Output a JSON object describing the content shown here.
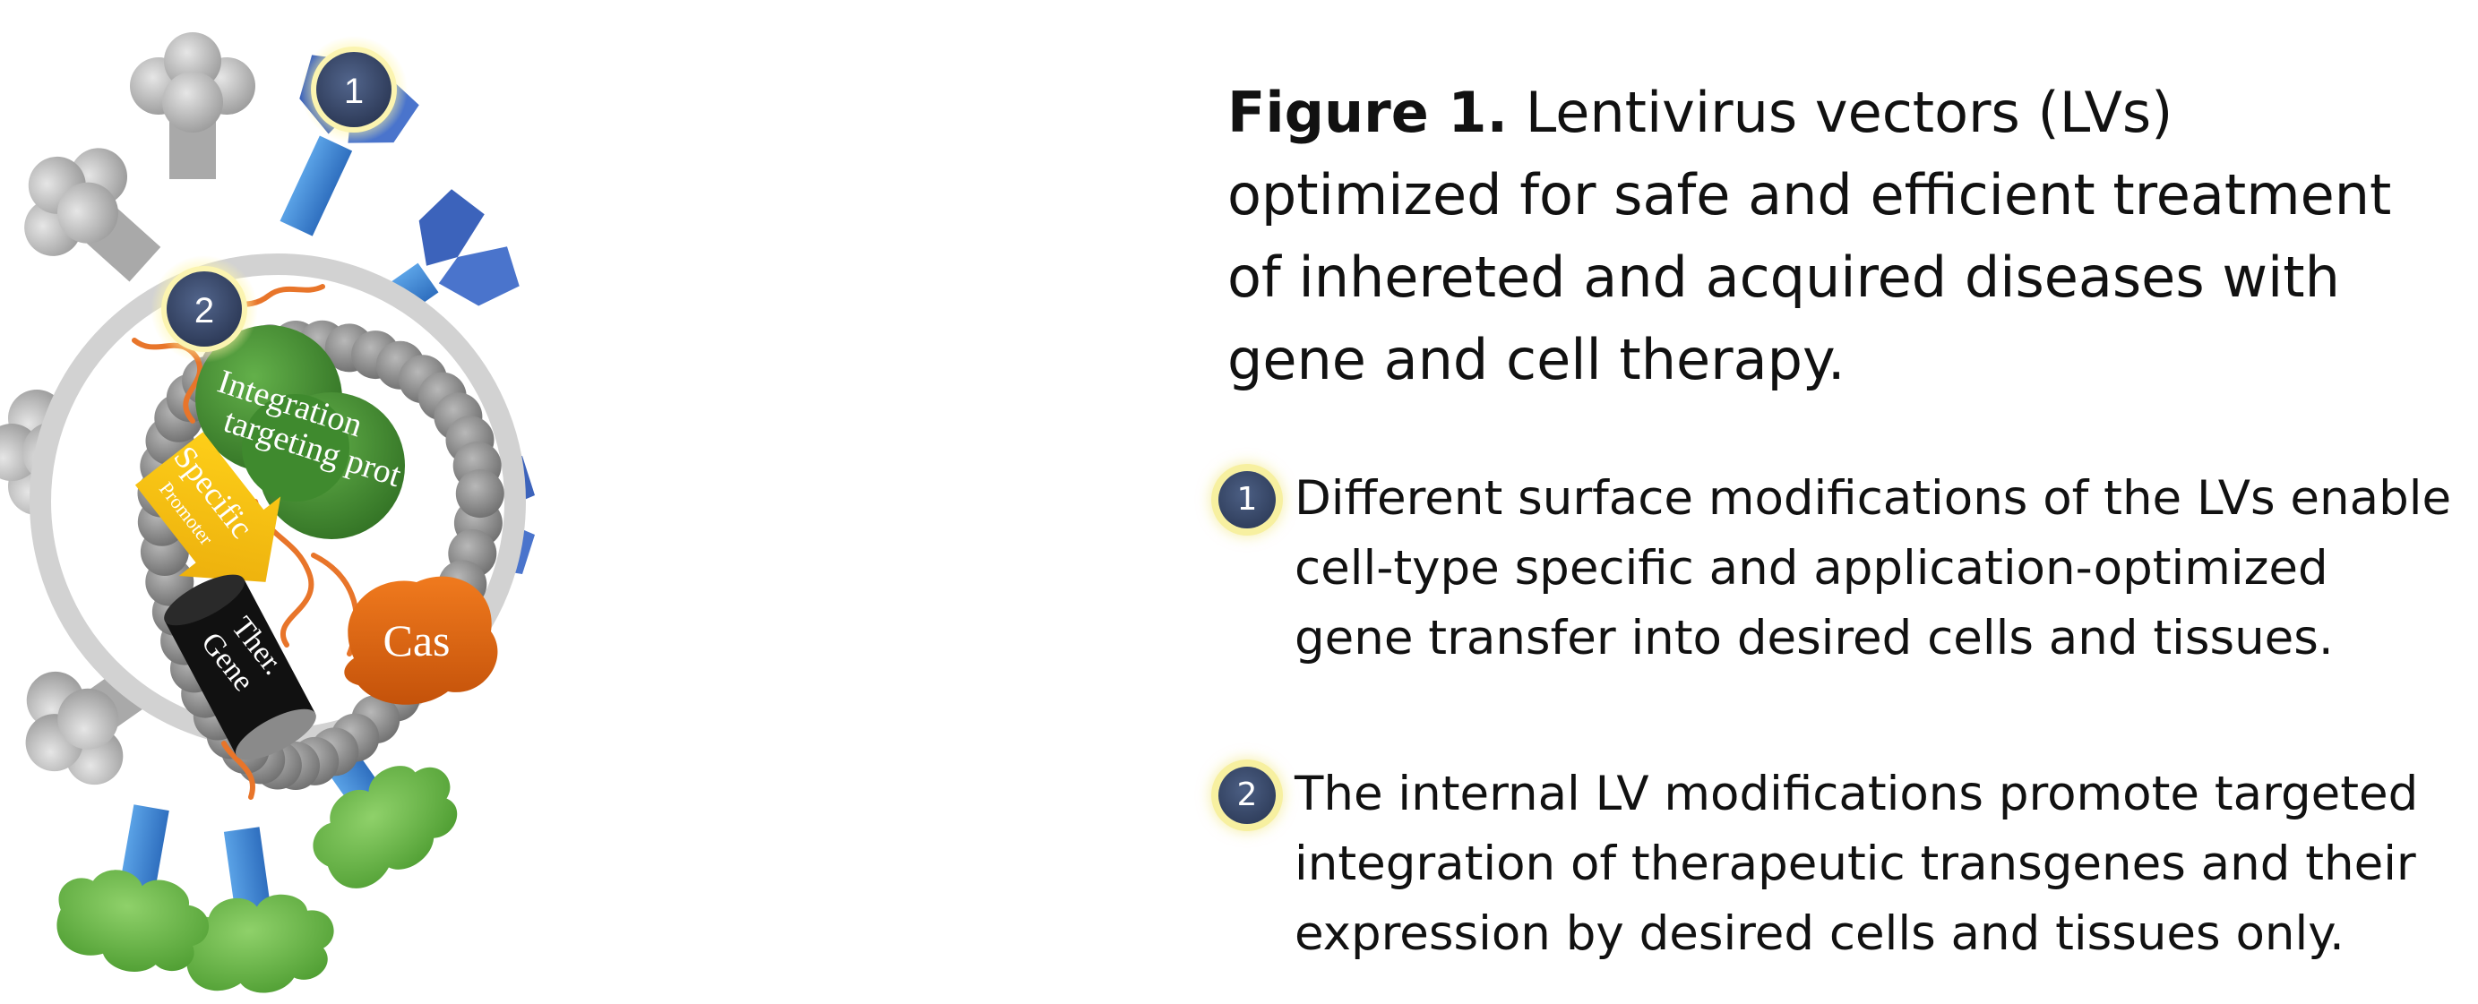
{
  "figure": {
    "label": "Figure 1.",
    "title": " Lentivirus vectors (LVs) optimized for safe and efficient treatment of inhereted and acquired diseases with gene and cell therapy."
  },
  "points": [
    {
      "number": "1",
      "text": "Different surface modifications of the LVs enable cell-type specific and application-optimized gene transfer into desired cells and tissues."
    },
    {
      "number": "2",
      "text": "The internal LV modifications promote targeted integration of therapeutic transgenes and their expression by desired cells and tissues only."
    }
  ],
  "diagram": {
    "badge_1": "1",
    "badge_2": "2",
    "integration_line1": "Integration",
    "integration_line2": "targeting prot",
    "promoter_line1": "Specific",
    "promoter_line2": "Promoter",
    "gene_line1": "Ther.",
    "gene_line2": "Gene",
    "cas_label": "Cas"
  },
  "colors": {
    "envelope": "#d4d4d4",
    "capsid_beads": "#8c8c8c",
    "badge": "#33415e",
    "integration_protein": "#3f8a2e",
    "promoter": "#f2c30f",
    "gene": "#111111",
    "cas": "#e0640e",
    "receptor_blue": "#3f7fd0",
    "receptor_green": "#5fae3c"
  }
}
